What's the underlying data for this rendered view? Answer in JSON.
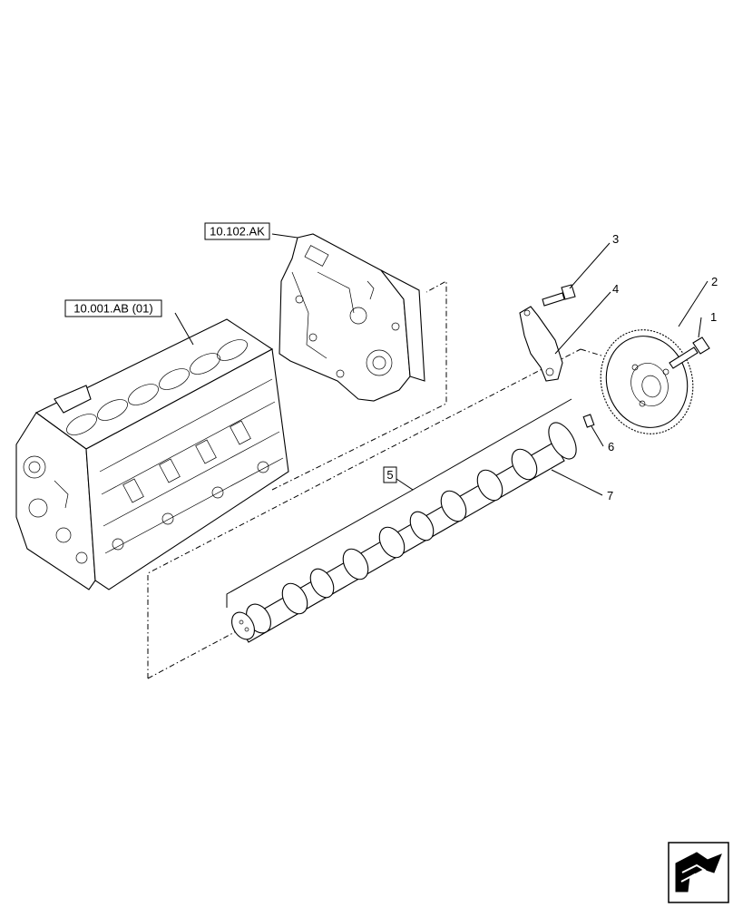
{
  "references": {
    "engine_block": "10.001.AB (01)",
    "front_cover": "10.102.AK"
  },
  "callouts": {
    "c1": "1",
    "c2": "2",
    "c3": "3",
    "c4": "4",
    "c5": "5",
    "c6": "6",
    "c7": "7"
  },
  "icons": {
    "navigation": "next-page-arrow-icon"
  }
}
